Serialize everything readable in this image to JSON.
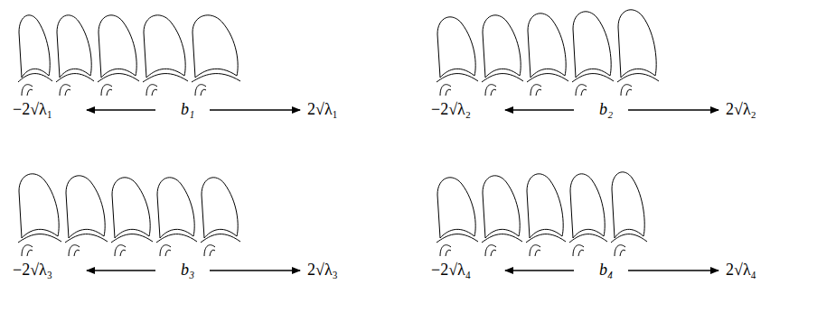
{
  "diagram": {
    "labels": [
      "−2√λ₁",
      "b₁",
      "2√λ₁",
      "−2√λ₂",
      "b₂",
      "2√λ₂",
      "−2√λ₃",
      "b₃",
      "2√λ₃",
      "−2√λ₄",
      "b₄",
      "2√λ₄"
    ]
  }
}
